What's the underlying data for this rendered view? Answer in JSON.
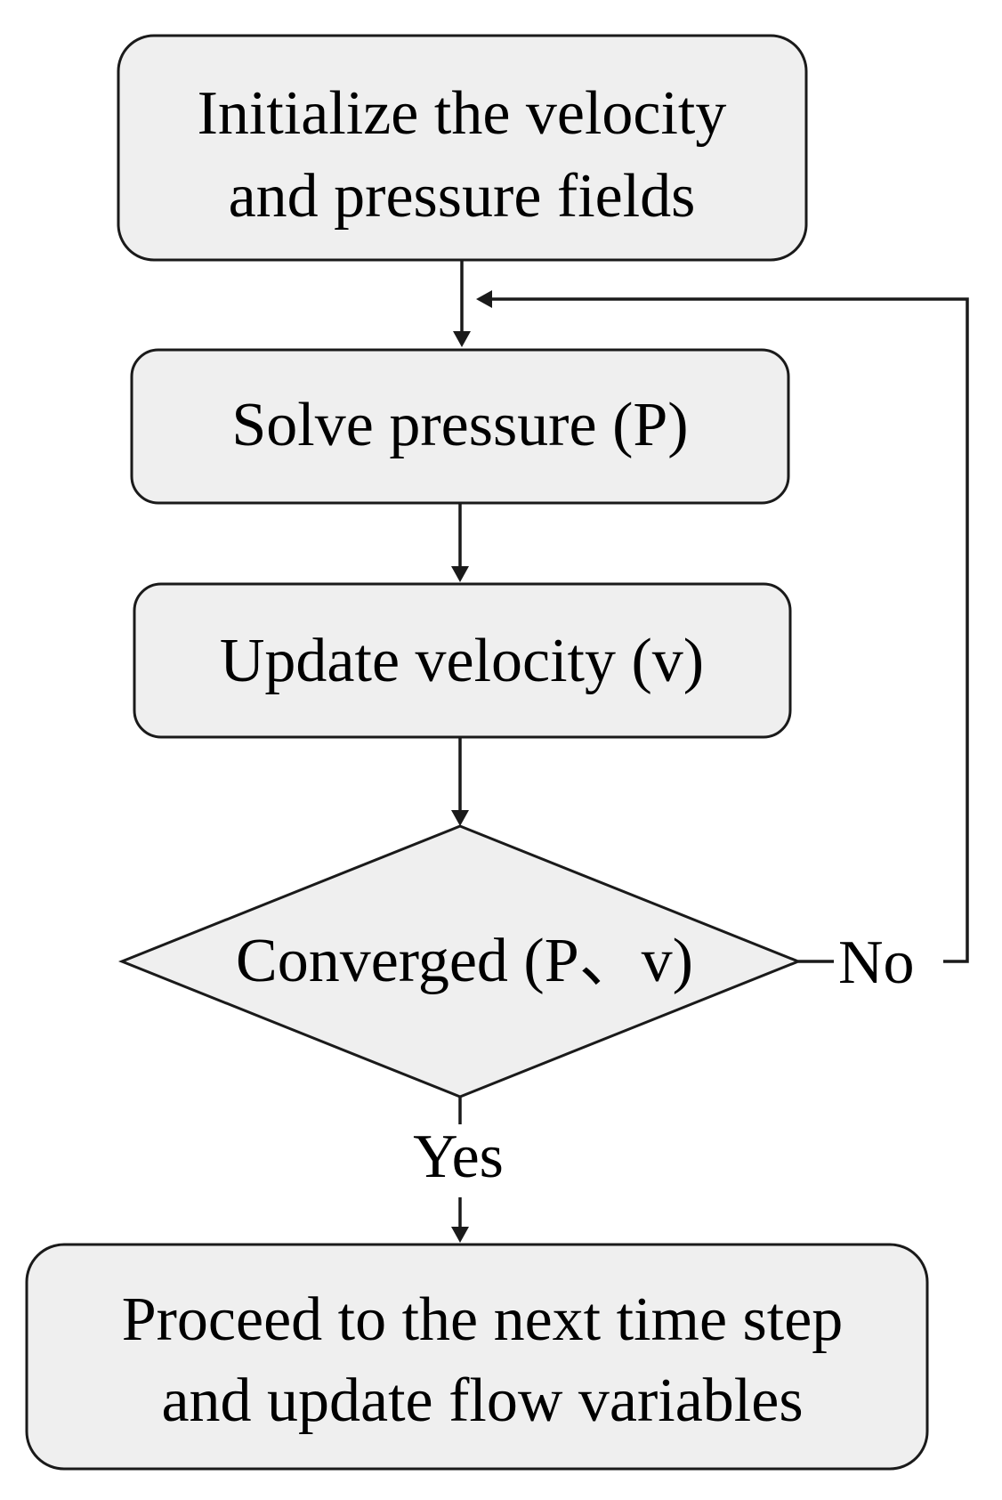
{
  "diagram": {
    "nodes": {
      "init": {
        "line1": "Initialize the velocity",
        "line2": "and pressure fields"
      },
      "solve_pressure": {
        "label": "Solve pressure (P)"
      },
      "update_velocity": {
        "label": "Update velocity (v)"
      },
      "converged": {
        "label": "Converged (P、v)"
      },
      "proceed": {
        "line1": "Proceed to the next time step",
        "line2": "and update flow variables"
      }
    },
    "edges": {
      "no_label": "No",
      "yes_label": "Yes"
    }
  }
}
